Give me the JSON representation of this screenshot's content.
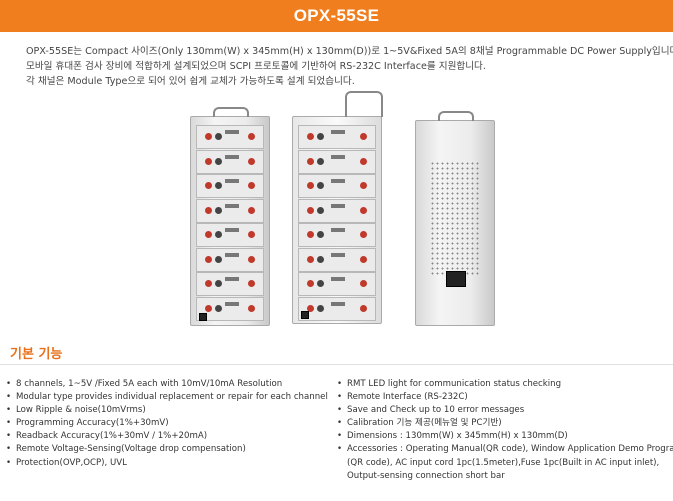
{
  "header": {
    "title": "OPX-55SE"
  },
  "intro": {
    "lines": [
      "OPX-55SE는 Compact 사이즈(Only 130mm(W) x 345mm(H) x 130mm(D))로 1~5V&Fixed 5A의 8채널 Programmable DC Power Supply입니다.",
      "모바일 휴대폰 검사 장비에 적합하게 설계되었으며 SCPI 프로토콜에 기반하여 RS-232C Interface를 지원합니다.",
      "각 채널은 Module Type으로 되어 있어 쉽게 교체가 가능하도록 설계 되었습니다."
    ]
  },
  "features": {
    "title": "기본 기능",
    "left": [
      "8 channels, 1~5V /Fixed 5A each with 10mV/10mA Resolution",
      "Modular type provides individual replacement or repair for each channel",
      "Low Ripple & noise(10mVrms)",
      "Programming Accuracy(1%+30mV)",
      "Readback Accuracy(1%+30mV / 1%+20mA)",
      "Remote Voltage-Sensing(Voltage drop compensation)",
      "Protection(OVP,OCP), UVL"
    ],
    "right": [
      "RMT LED light for communication status checking",
      "Remote Interface (RS-232C)",
      "Save and Check up to 10 error messages",
      "Calibration 기능 제공(메뉴얼 및 PC기반)",
      "Dimensions : 130mm(W) x 345mm(H) x 130mm(D)",
      "Accessories : Operating Manual(QR code), Window Application Demo Program"
    ],
    "right_cont": [
      "(QR code), AC input cord 1pc(1.5meter),Fuse 1pc(Built in AC input inlet),",
      "Output-sensing connection short bar"
    ]
  }
}
